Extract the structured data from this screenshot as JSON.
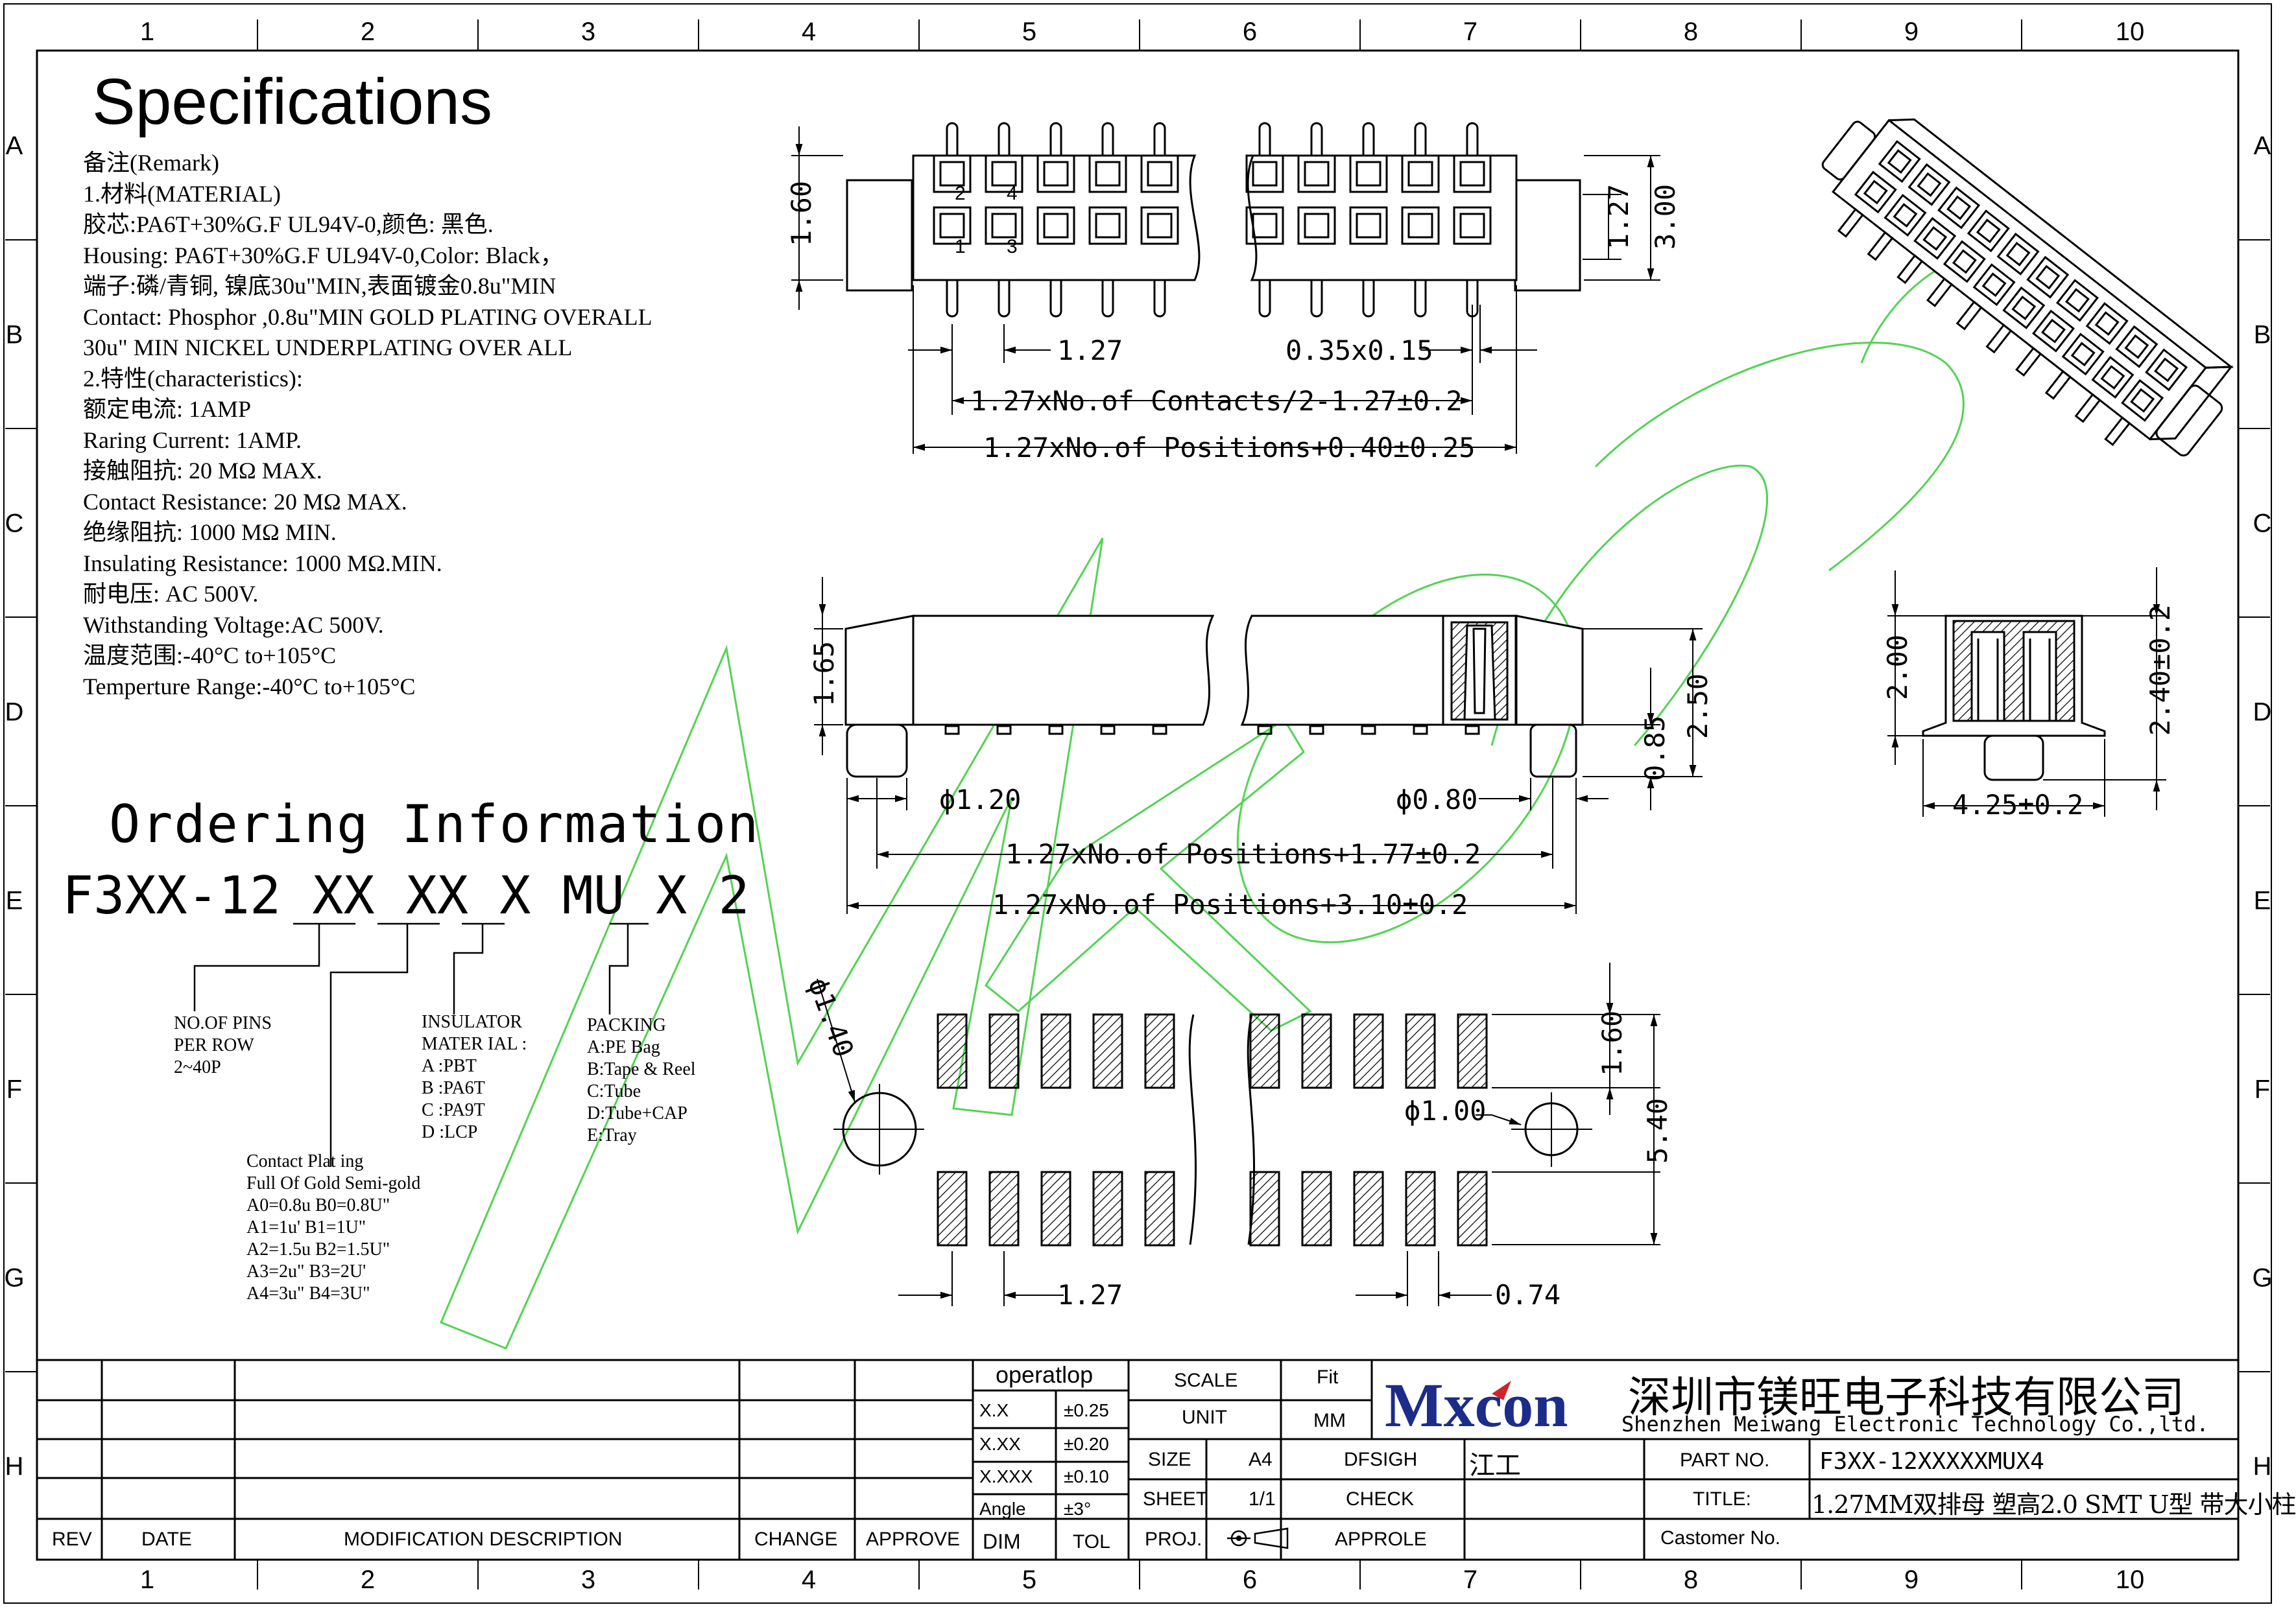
{
  "border": {
    "columns": [
      "1",
      "2",
      "3",
      "4",
      "5",
      "6",
      "7",
      "8",
      "9",
      "10"
    ],
    "rows": [
      "A",
      "B",
      "C",
      "D",
      "E",
      "F",
      "G",
      "H"
    ]
  },
  "specifications": {
    "title": "Specifications",
    "lines": [
      "备注(Remark)",
      "1.材料(MATERIAL)",
      "胶芯:PA6T+30%G.F UL94V-0,颜色: 黑色.",
      " Housing: PA6T+30%G.F UL94V-0,Color: Black，",
      "端子:磷/青铜, 镍底30u\"MIN,表面镀金0.8u\"MIN",
      "Contact: Phosphor  ,0.8u\"MIN GOLD PLATING OVERALL",
      "            30u\" MIN NICKEL UNDERPLATING OVER ALL",
      "2.特性(characteristics):",
      "额定电流: 1AMP",
      " Raring Current: 1AMP.",
      "接触阻抗: 20 MΩ MAX.",
      "Contact Resistance: 20 MΩ MAX.",
      "绝缘阻抗: 1000 MΩ MIN.",
      "Insulating Resistance: 1000 MΩ.MIN.",
      "耐电压: AC 500V.",
      "Withstanding Voltage:AC 500V.",
      "温度范围:-40°C to+105°C",
      "Temperture Range:-40°C to+105°C"
    ]
  },
  "ordering": {
    "title": "Ordering Information",
    "code": "F3XX-12 XX XX X MU X 2",
    "pins": [
      "NO.OF PINS",
      "PER ROW",
      "2~40P"
    ],
    "insulator": [
      "INSULATOR",
      "MATER IAL :",
      "A :PBT",
      "B :PA6T",
      "C :PA9T",
      "D :LCP"
    ],
    "packing": [
      "PACKING",
      "A:PE Bag",
      "B:Tape & Reel",
      "C:Tube",
      "D:Tube+CAP",
      "E:Tray"
    ],
    "plating": [
      "Contact Plat ing",
      "Full Of Gold Semi-gold",
      "A0=0.8u B0=0.8U\"",
      "A1=1u' B1=1U\"",
      "A2=1.5u B2=1.5U\"",
      "A3=2u\" B3=2U'",
      "A4=3u\" B4=3U\""
    ]
  },
  "dims": {
    "top_h": "1.60",
    "pin_pitch_top": "1.27",
    "pin_size": "0.35x0.15",
    "right_127": "1.27",
    "right_300": "3.00",
    "contacts_dim": "1.27xNo.of Contacts/2-1.27±0.2",
    "positions_040": "1.27xNo.of Positions+0.40±0.25",
    "side_165": "1.65",
    "side_250": "2.50",
    "side_085": "0.85",
    "post_120": "ϕ1.20",
    "post_080": "ϕ0.80",
    "positions_177": "1.27xNo.of Positions+1.77±0.2",
    "positions_310": "1.27xNo.of Positions+3.10±0.2",
    "end_200": "2.00",
    "end_240": "2.40±0.2",
    "end_425": "4.25±0.2",
    "pad_hole_140": "ϕ1.40",
    "pad_160": "1.60",
    "pad_hole_100": "ϕ1.00",
    "pad_540": "5.40",
    "pad_pitch": "1.27",
    "pad_width": "0.74"
  },
  "title_block": {
    "rev": "REV",
    "date": "DATE",
    "mod_desc": "MODIFICATION DESCRIPTION",
    "change": "CHANGE",
    "approve": "APPROVE",
    "operatlop": "operatlop",
    "tol_rows": [
      [
        "X.X",
        "±0.25"
      ],
      [
        "X.XX",
        "±0.20"
      ],
      [
        "X.XXX",
        "±0.10"
      ],
      [
        "Angle",
        "±3°"
      ]
    ],
    "dim": "DIM",
    "tol": "TOL",
    "scale": "SCALE",
    "scale_val": "Fit",
    "unit": "UNIT",
    "unit_val": "MM",
    "size": "SIZE",
    "size_val": "A4",
    "dfsigh": "DFSIGH",
    "dfsigh_val": "江工",
    "sheet": "SHEET",
    "sheet_val": "1/1",
    "check": "CHECK",
    "proj": "PROJ.",
    "approle": "APPROLE",
    "logo": "Mxcon",
    "company_cn": "深圳市镁旺电子科技有限公司",
    "company_en": "Shenzhen Meiwang Electronic Technology Co.,ltd.",
    "part_no_label": "PART NO.",
    "part_no": "F3XX-12XXXXXMUX4",
    "title_label": "TITLE:",
    "title_val": "1.27MM双排母 塑高2.0 SMT U型 带大小柱",
    "customer_label": "Castomer No."
  },
  "colors": {
    "line": "#000000",
    "watermark": "#33cc33",
    "logo_blue": "#1b2c8a",
    "logo_red": "#d0242a"
  }
}
